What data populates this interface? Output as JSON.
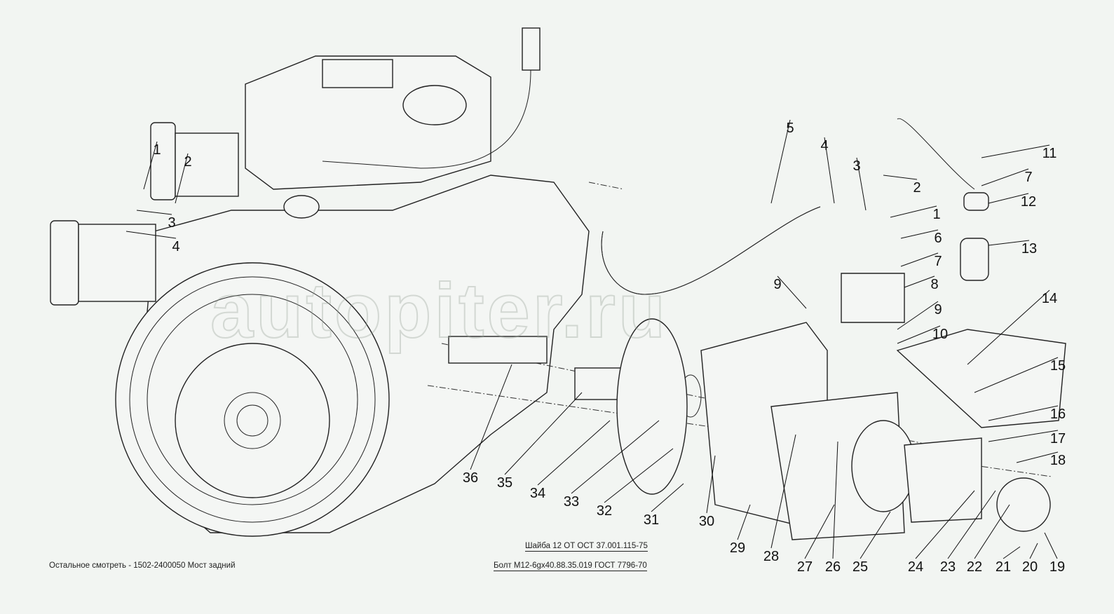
{
  "watermark": "autopiter.ru",
  "notes": {
    "washer": "Шайба 12 ОТ ОСТ 37.001.115-75",
    "bolt": "Болт М12-6gx40.88.35.019 ГОСТ 7796-70",
    "see_also": "Остальное смотреть - 1502-2400050 Мост задний"
  },
  "callouts": [
    "1",
    "2",
    "3",
    "4",
    "5",
    "4",
    "3",
    "2",
    "1",
    "6",
    "7",
    "8",
    "9",
    "9",
    "10",
    "11",
    "7",
    "12",
    "13",
    "14",
    "15",
    "16",
    "17",
    "18",
    "19",
    "20",
    "21",
    "22",
    "23",
    "24",
    "25",
    "26",
    "27",
    "28",
    "29",
    "30",
    "31",
    "32",
    "33",
    "34",
    "35",
    "36"
  ]
}
